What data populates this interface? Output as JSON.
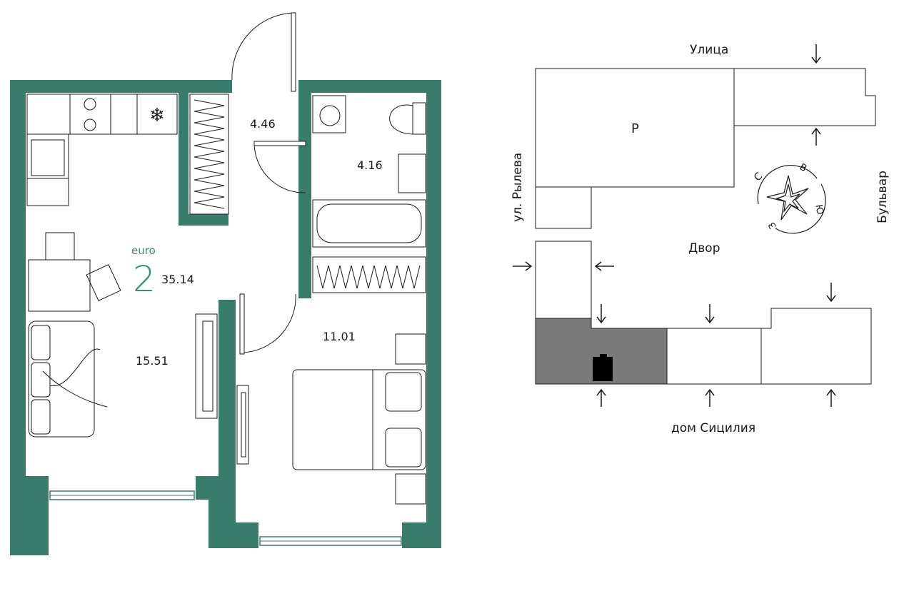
{
  "floorplan": {
    "class_label": "euro",
    "rooms_count": "2",
    "total_area": "35.14",
    "rooms": [
      {
        "id": "living",
        "area": "15.51"
      },
      {
        "id": "hall",
        "area": "4.46"
      },
      {
        "id": "bathroom",
        "area": "4.16"
      },
      {
        "id": "bedroom",
        "area": "11.01"
      }
    ]
  },
  "site_plan": {
    "street_top": "Улица",
    "street_left": "ул. Рылева",
    "street_right": "Бульвар",
    "courtyard": "Двор",
    "building_bottom": "дом Сицилия",
    "parking_label": "P",
    "compass": {
      "north": "С",
      "east": "В",
      "south": "Ю",
      "west": "З"
    }
  },
  "colors": {
    "wall": "#3a7c6b",
    "accent_text": "#3a8f7b",
    "selected_block": "#7a7a7a",
    "line": "#1a1a1a"
  }
}
